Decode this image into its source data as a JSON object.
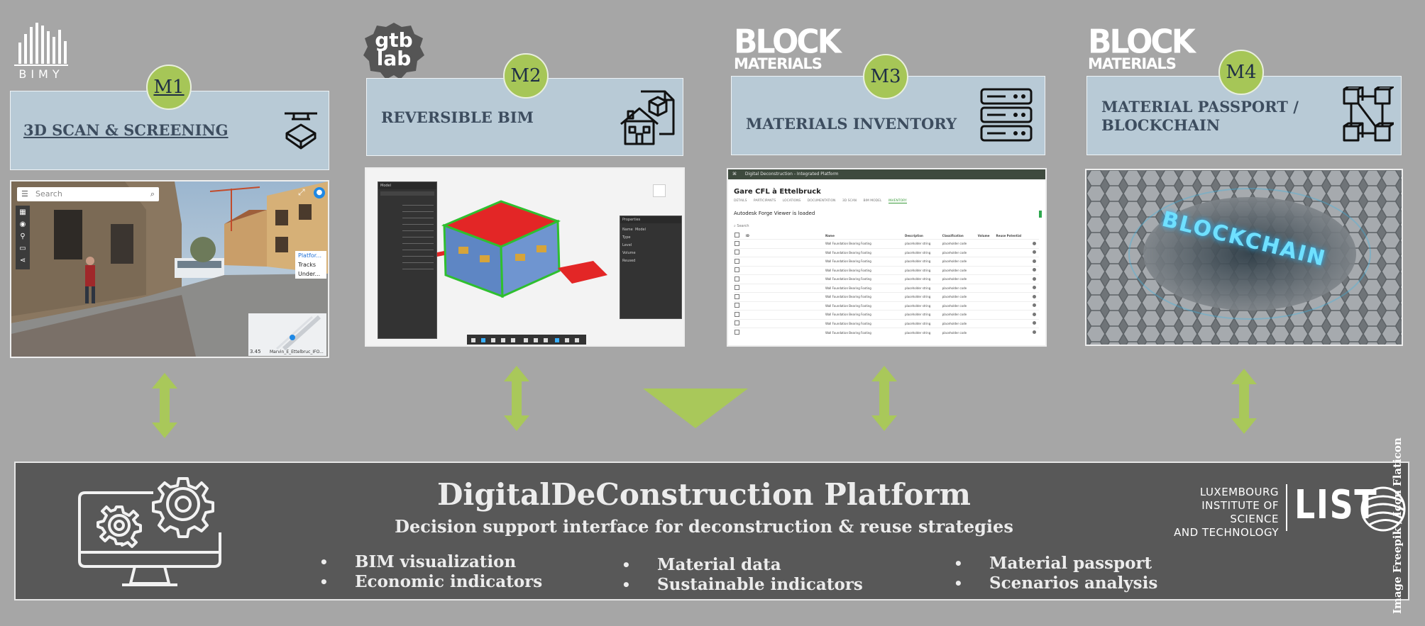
{
  "logos": {
    "bimy": "BIMY",
    "gtb": {
      "line1": "gtb",
      "line2": "lab"
    },
    "block_materials": {
      "line1": "BLOCK",
      "line2": "MATERIALS"
    }
  },
  "modules": [
    {
      "badge": "M1",
      "title": "3D SCAN & SCREENING",
      "icon": "scanner-icon"
    },
    {
      "badge": "M2",
      "title": "REVERSIBLE BIM",
      "icon": "house-document-icon"
    },
    {
      "badge": "M3",
      "title": "MATERIALS INVENTORY",
      "icon": "database-server-icon"
    },
    {
      "badge": "M4",
      "title": "MATERIAL PASSPORT / BLOCKCHAIN",
      "title_line1": "MATERIAL PASSPORT /",
      "title_line2": "BLOCKCHAIN",
      "icon": "blockchain-cubes-icon"
    }
  ],
  "scan_panel": {
    "search_placeholder": "Search",
    "menu_items": [
      "Platfor...",
      "Tracks",
      "Under..."
    ],
    "map_label": "Marvin_E_Ettelbruc_IFO...",
    "map_zoom": "3.45"
  },
  "bim_panel": {
    "tree_title": "Model",
    "props_title": "Properties",
    "prop_rows": [
      [
        "Name",
        "Model"
      ],
      [
        "Type",
        ""
      ],
      [
        "Level",
        ""
      ],
      [
        "Volume",
        ""
      ],
      [
        "Reused",
        ""
      ]
    ]
  },
  "inventory_panel": {
    "app_title": "Digital Deconstruction - Integrated Platform",
    "project_title": "Gare CFL à Ettelbruck",
    "tabs": [
      "DETAILS",
      "PARTICIPANTS",
      "LOCATIONS",
      "DOCUMENTATION",
      "3D SCAN",
      "BIM MODEL",
      "INVENTORY"
    ],
    "viewer_status": "Autodesk Forge Viewer is loaded",
    "search_placeholder": "Search",
    "columns": [
      "ID",
      "Name",
      "Description",
      "Classification",
      "Volume",
      "Reuse Potential"
    ],
    "row_name": "Wall Foundation Bearing Footing",
    "row_desc": "placeholder string",
    "row_class": "placeholder code",
    "row_count": 11
  },
  "blockchain_panel": {
    "text": "BLOCKCHAIN"
  },
  "platform": {
    "title": "DigitalDeConstruction Platform",
    "subtitle": "Decision support interface for deconstruction & reuse strategies",
    "bullets": [
      [
        "BIM visualization",
        "Economic indicators"
      ],
      [
        "Material data",
        "Sustainable indicators"
      ],
      [
        "Material passport",
        "Scenarios analysis"
      ]
    ],
    "org_line1": "LUXEMBOURG",
    "org_line2": "INSTITUTE OF SCIENCE",
    "org_line3": "AND TECHNOLOGY",
    "org_short": "LIST"
  },
  "credit": "Image Freepik / Icon Flaticon",
  "colors": {
    "background": "#a6a6a6",
    "module_box": "#b8cad6",
    "badge": "#a6c657",
    "arrow": "#a9c85a",
    "platform": "#585858"
  }
}
